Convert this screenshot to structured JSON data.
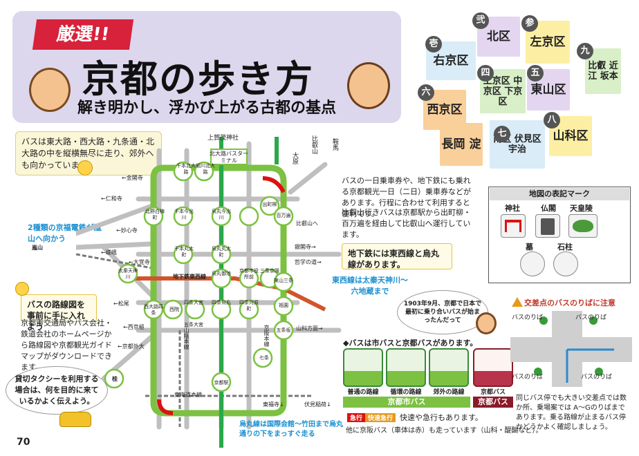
{
  "header": {
    "ribbon": "厳選!!",
    "title": "京都の歩き方",
    "subtitle": "解き明かし、浮かび上がる古都の基点"
  },
  "notes": {
    "streets": "バスは東大路・西大路・九条通・北大路の中を縦横無尽に走り、郊外へも向かっています。",
    "pass": "バスの一日乗車券や、地下鉄にも乗れる京都観光一日（二日）乗車券などがあります。行程に合わせて利用すると便利です。",
    "hieizan": "比叡山行きバスは京都駅から出町柳・百万遍を経由して比叡山へ運行しています。",
    "subway": "地下鉄には東西線と烏丸線があります。",
    "route_map_title": "バスの路線図を事前に手に入れよう",
    "route_map_body": "京都市交通局やバス会社・鉄道会社のホームページから路線図や京都観光ガイドマップがダウンロードできます。",
    "taxi": "貸切タクシーを利用する場合は、何を目的に来ているかよく伝えよう。",
    "bubble": "1903年9月、京都で日本で最初に乗り合いバスが始まったんだって",
    "keifuku": "2種類の京福電鉄が嵐山へ向かう",
    "tozai": "東西線は太秦天神川～六地蔵まで",
    "karasuma": "烏丸線は国際会館～竹田まで烏丸通りの下をまっすぐ走る"
  },
  "map": {
    "top_labels": [
      "上賀茂神社",
      "大原",
      "比叡山",
      "北大路バスターミナル",
      "鞍馬"
    ],
    "stops": [
      "千本北大路",
      "堀川北大路",
      "北野白梅町",
      "千本今出川",
      "烏丸今出川",
      "出町柳",
      "百万遍",
      "千本丸太町",
      "烏丸丸太町",
      "太秦天神川",
      "烏丸御池",
      "京都市役所前",
      "三条京阪",
      "四条大宮",
      "四条烏丸",
      "四条河原町",
      "祇園",
      "東山三条",
      "西大路四条",
      "西院",
      "五条大宮",
      "京都駅",
      "七条",
      "五条坂",
      "嵐山",
      "桂"
    ],
    "direction_labels": [
      "←金閣寺",
      "←仁和寺",
      "←妙心寺",
      "←嵯峨",
      "←大覚寺",
      "←松尾",
      "←西京極",
      "←京都外大",
      "比叡山へ",
      "銀閣寺→",
      "哲学の道→",
      "山科方面→",
      "東福寺↓",
      "伏見稲荷↓"
    ],
    "street_labels": [
      "地下鉄東西線",
      "東海道本線",
      "山陰本線",
      "京阪本線"
    ]
  },
  "wards": [
    {
      "num": "壱",
      "name": "右京区"
    },
    {
      "num": "弐",
      "name": "北区"
    },
    {
      "num": "参",
      "name": "左京区"
    },
    {
      "num": "四",
      "name": "上京区 中京区 下京区"
    },
    {
      "num": "五",
      "name": "東山区"
    },
    {
      "num": "六",
      "name": "西京区"
    },
    {
      "num": "七",
      "name": "南区 伏見区 宇治"
    },
    {
      "num": "八",
      "name": "山科区"
    },
    {
      "num": "九",
      "name": "比叡 近江 坂本"
    },
    {
      "num": "",
      "name": "長岡 淀"
    }
  ],
  "legend": {
    "title": "地図の表記マーク",
    "items": [
      "神社",
      "仏閣",
      "天皇陵",
      "墓",
      "石柱"
    ]
  },
  "buses": {
    "title": "◆バスは市バスと京都バスがあります。",
    "labels": [
      "普通の路線",
      "循環の路線",
      "郊外の路線",
      "京都バス"
    ],
    "group_city": "京都市バス",
    "group_kyoto": "京都バス",
    "express_badge": "急行",
    "rapid_badge": "快速急行",
    "express_text": "快速や急行もあります。",
    "other": "他に京阪バス（車体は赤）も走っています（山科・醍醐など）。"
  },
  "intersection": {
    "title": "交差点のバスのりばに注意",
    "stop_label": "バスのりば",
    "body": "同じバス停でも大きい交差点では数か所、乗場案では A～Gのりばまであります。乗る路線が止まるバス停かどうかよく確認しましょう。"
  },
  "page_number": "70",
  "colors": {
    "ribbon": "#d8213a",
    "header_bg": "#dcd7ec",
    "green_loop": "#7cc142",
    "subway_green": "#2aa84a",
    "subway_red": "#d2542b",
    "blue_note": "#1a8fd0"
  }
}
